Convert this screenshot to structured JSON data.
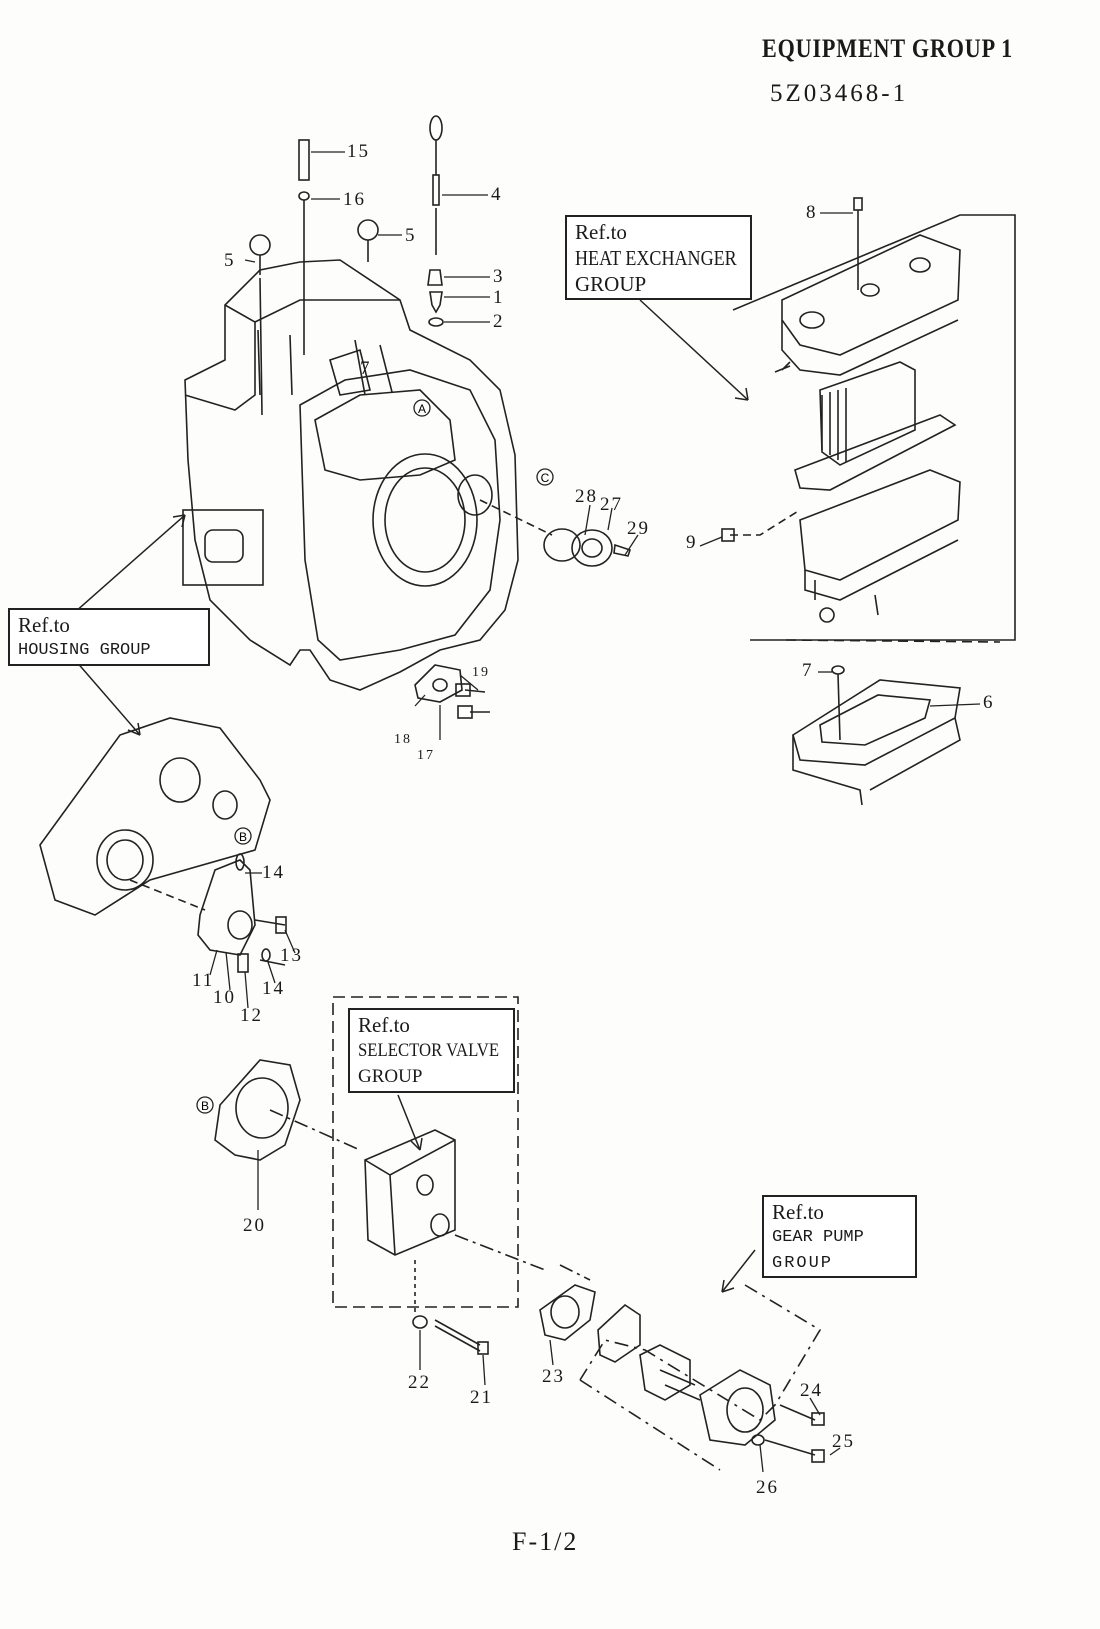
{
  "header": {
    "title": "EQUIPMENT  GROUP 1",
    "doc_number": "5Z03468-1"
  },
  "footer": {
    "page": "F-1/2"
  },
  "ref_boxes": {
    "heat": {
      "l1": "Ref.to",
      "l2": "HEAT EXCHANGER",
      "l3": "GROUP"
    },
    "housing": {
      "l1": "Ref.to",
      "l2": "HOUSING GROUP"
    },
    "selector": {
      "l1": "Ref.to",
      "l2": "SELECTOR VALVE",
      "l3": "GROUP"
    },
    "gearpump": {
      "l1": "Ref.to",
      "l2": "GEAR PUMP",
      "l3": "GROUP"
    }
  },
  "markers": {
    "a": "A",
    "b": "B",
    "c": "C"
  },
  "part_labels": {
    "p1": "1",
    "p2": "2",
    "p3": "3",
    "p4": "4",
    "p5a": "5",
    "p5b": "5",
    "p6": "6",
    "p7a": "7",
    "p7b": "7",
    "p8": "8",
    "p9": "9",
    "p10": "10",
    "p11": "11",
    "p12": "12",
    "p13": "13",
    "p14a": "14",
    "p14b": "14",
    "p15": "15",
    "p16": "16",
    "p17": "17",
    "p18": "18",
    "p19": "19",
    "p20": "20",
    "p21": "21",
    "p22": "22",
    "p23": "23",
    "p24": "24",
    "p25": "25",
    "p26": "26",
    "p27": "27",
    "p28": "28",
    "p29": "29"
  }
}
